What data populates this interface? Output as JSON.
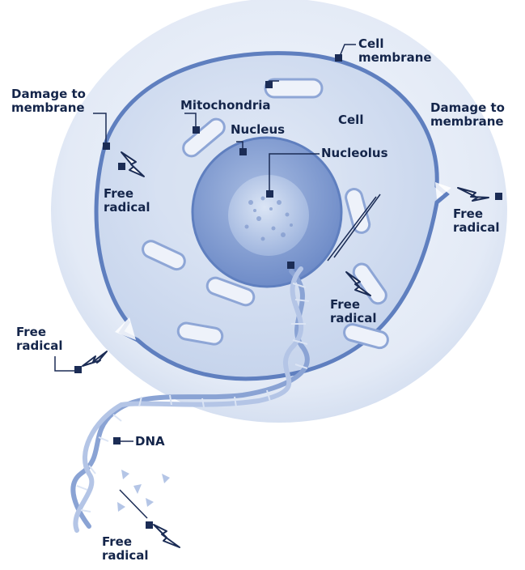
{
  "labels": {
    "cell_membrane": "Cell\nmembrane",
    "cell": "Cell",
    "mitochondria": "Mitochondria",
    "nucleus": "Nucleus",
    "nucleolus": "Nucleolus",
    "damage_left": "Damage to\nmembrane",
    "damage_right": "Damage to\nmembrane",
    "free_radical_1": "Free\nradical",
    "free_radical_2": "Free\nradical",
    "free_radical_3": "Free\nradical",
    "free_radical_4": "Free\nradical",
    "free_radical_5": "Free\nradical",
    "dna": "DNA"
  },
  "colors": {
    "outer_halo": "#e6edf8",
    "cytoplasm": "#cfdcef",
    "membrane": "#5f7fbf",
    "nucleus": "#8aa3d4",
    "nucleolus": "#b7c8e6",
    "marker": "#1b2c55",
    "text": "#14254a",
    "dna": "#7f98cc"
  }
}
